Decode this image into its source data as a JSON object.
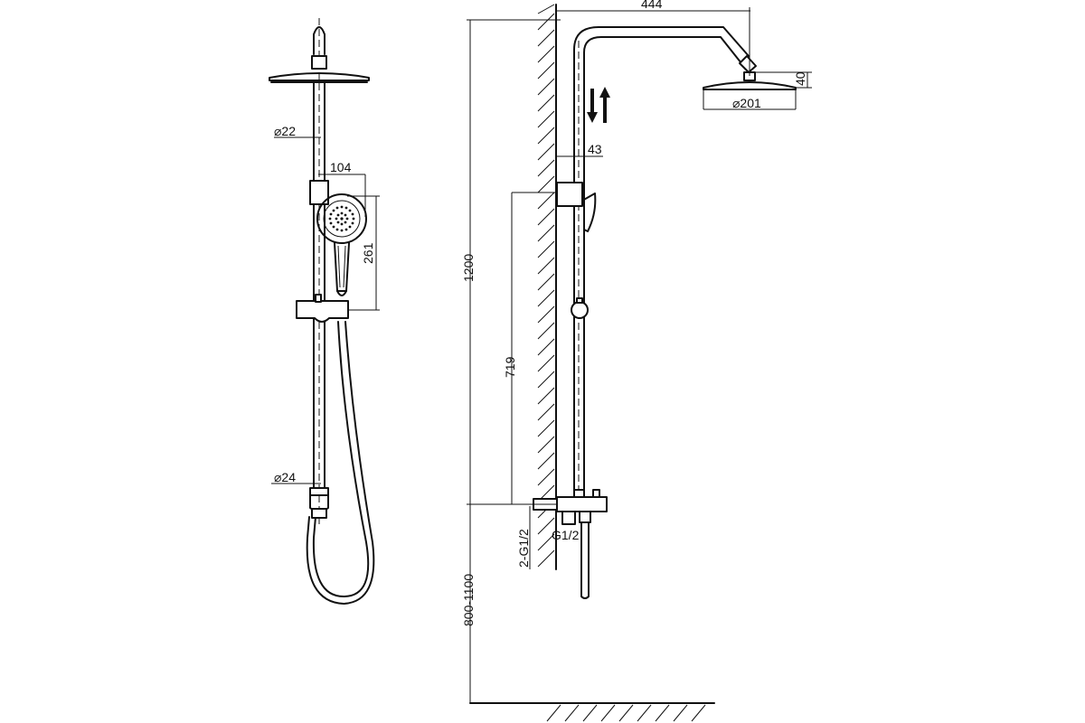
{
  "dimensions": {
    "front": {
      "rod_top_diameter": "⌀22",
      "handshower_width": "104",
      "handshower_height": "261",
      "rod_bottom_diameter": "⌀24"
    },
    "side": {
      "arm_reach": "444",
      "head_thickness": "40",
      "head_diameter": "⌀201",
      "rod_offset": "43",
      "total_height": "1200",
      "holder_height": "719",
      "inlet_height": "800-1100",
      "inlet_thread_pair": "2-G1/2",
      "outlet_thread": "G1/2"
    }
  },
  "flow_indicator": "bidirectional-arrow-icon",
  "colors": {
    "line": "#111111",
    "background": "#ffffff"
  }
}
